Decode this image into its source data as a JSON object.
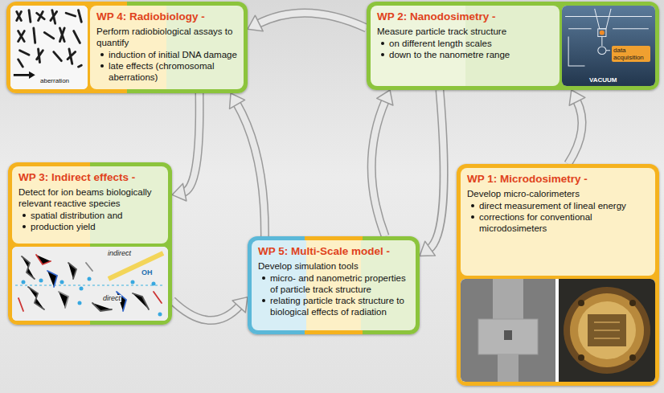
{
  "diagram": {
    "nodes": [
      {
        "text": [
          "WP 4: Radiobiology -",
          "Perform radiobiological assays to quantify",
          "induction of initial DNA damage",
          "late effects (chromosomal aberrations)"
        ]
      },
      {
        "text": [
          "WP 2: Nanodosimetry -",
          "Measure particle track structure",
          "on different length scales",
          "down to the nanometre range"
        ]
      },
      {
        "text": [
          "WP 3: Indirect effects -",
          "Detect for ion beams biologically relevant reactive species",
          "spatial distribution and",
          "production yield"
        ]
      },
      {
        "text": [
          "WP 5: Multi-Scale model -",
          "Develop simulation tools",
          "micro- and nanometric properties of particle track structure",
          "relating particle track structure to biological effects of radiation"
        ]
      },
      {
        "text": [
          "WP 1: Microdosimetry -",
          "Develop micro-calorimeters",
          "direct measurement of lineal energy",
          "corrections for conventional microdosimeters"
        ]
      }
    ],
    "edges": [
      {
        "from": 1,
        "to": 0,
        "arrow": "to"
      },
      {
        "from": 4,
        "to": 1,
        "arrow": "to"
      },
      {
        "from": 2,
        "to": 3,
        "arrow": "to"
      },
      {
        "from": 3,
        "to": 0,
        "arrow": "to"
      },
      {
        "from": 0,
        "to": 2,
        "arrow": "to"
      },
      {
        "from": 3,
        "to": 1,
        "arrow": "to"
      },
      {
        "from": 1,
        "to": 3,
        "arrow": "to"
      }
    ],
    "labels": [
      "aberration",
      "VACUUM",
      "data acquisition",
      "indirect",
      "OH",
      "direct"
    ]
  }
}
